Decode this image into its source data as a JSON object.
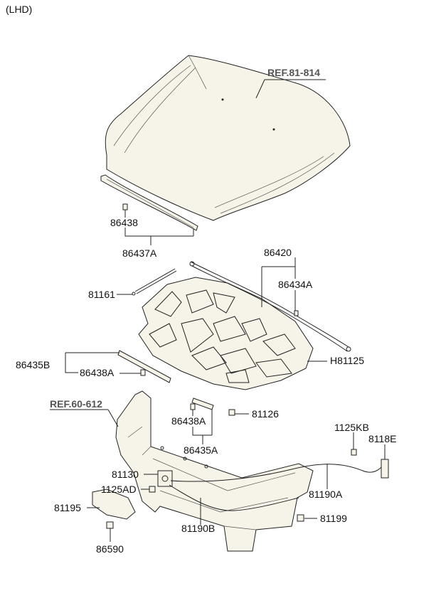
{
  "header": {
    "variant": "(LHD)"
  },
  "refs": {
    "hood": "REF.81-814",
    "carrier": "REF.60-612"
  },
  "labels": {
    "p86438_top": "86438",
    "p86437A": "86437A",
    "p86420": "86420",
    "p86434A": "86434A",
    "p81161": "81161",
    "pH81125": "H81125",
    "p86435B": "86435B",
    "p86438A_left": "86438A",
    "p81126": "81126",
    "p86438A_mid": "86438A",
    "p86435A": "86435A",
    "p1125KB": "1125KB",
    "p8118E": "8118E",
    "p81130": "81130",
    "p1125AD": "1125AD",
    "p81190A": "81190A",
    "p81195": "81195",
    "p81199": "81199",
    "p81190B": "81190B",
    "p86590": "86590"
  },
  "colors": {
    "line": "#222222",
    "panel": "#f6f3e8",
    "ref": "#555555"
  }
}
